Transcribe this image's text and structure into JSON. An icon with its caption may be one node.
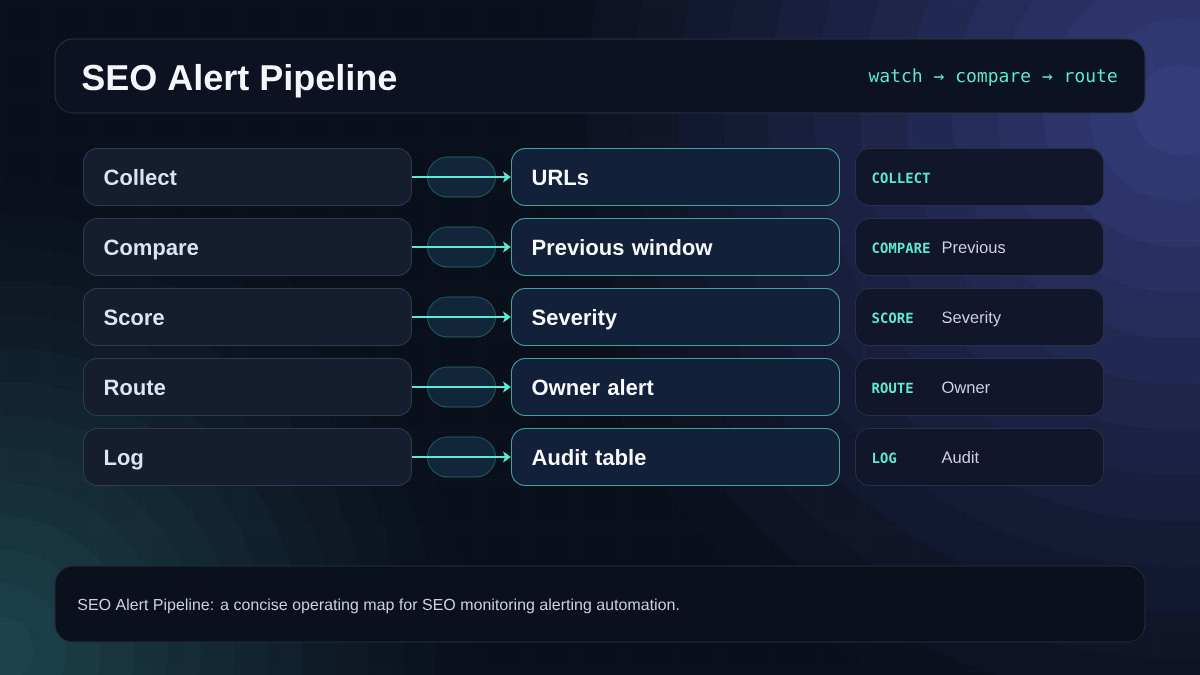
{
  "diagram": {
    "title": "SEO Alert Pipeline",
    "caption": "SEO Alert Pipeline: a concise operating map for SEO monitoring alerting automation.",
    "nodes": [
      {
        "text": [
          "Collect"
        ]
      },
      {
        "text": [
          "URLs"
        ]
      },
      {
        "text": [
          "COLLECT"
        ]
      },
      {
        "text": [
          "Compare"
        ]
      },
      {
        "text": [
          "Previous window"
        ]
      },
      {
        "text": [
          "COMPARE",
          "Previous"
        ]
      },
      {
        "text": [
          "Score"
        ]
      },
      {
        "text": [
          "Severity"
        ]
      },
      {
        "text": [
          "SCORE",
          "Severity"
        ]
      },
      {
        "text": [
          "Route"
        ]
      },
      {
        "text": [
          "Owner alert"
        ]
      },
      {
        "text": [
          "ROUTE",
          "Owner"
        ]
      },
      {
        "text": [
          "Log"
        ]
      },
      {
        "text": [
          "Audit table"
        ]
      },
      {
        "text": [
          "LOG",
          "Audit"
        ]
      }
    ],
    "edges": [
      {
        "from": 0,
        "to": 1,
        "arrow": "to"
      },
      {
        "from": 3,
        "to": 4,
        "arrow": "to"
      },
      {
        "from": 6,
        "to": 7,
        "arrow": "to"
      },
      {
        "from": 9,
        "to": 10,
        "arrow": "to"
      },
      {
        "from": 12,
        "to": 13,
        "arrow": "to"
      }
    ],
    "labels": [
      "watch → compare → route"
    ]
  }
}
